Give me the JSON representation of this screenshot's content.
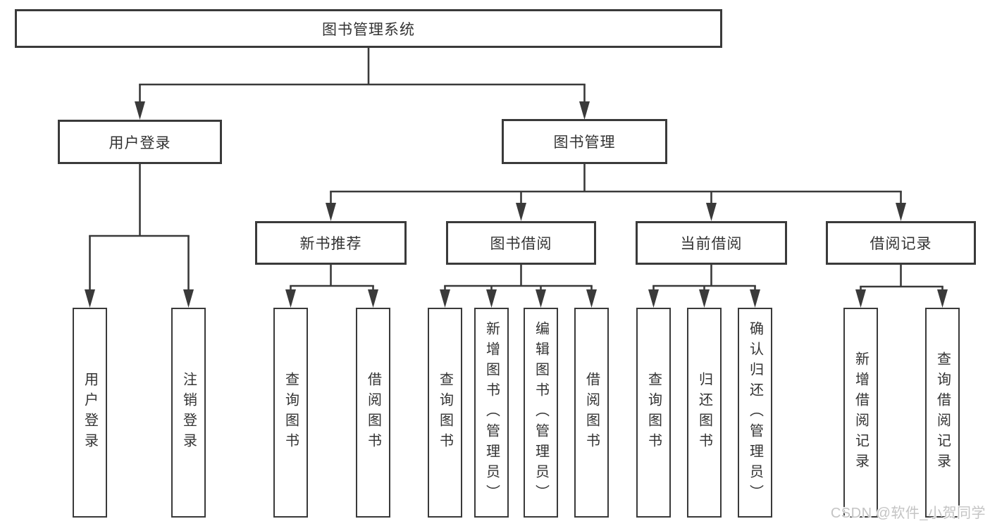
{
  "tree": {
    "root": {
      "label": "图书管理系统"
    },
    "level2": [
      {
        "label": "用户登录",
        "leaves": [
          {
            "label": "用户登录"
          },
          {
            "label": "注销登录"
          }
        ]
      },
      {
        "label": "图书管理",
        "sections": [
          {
            "label": "新书推荐",
            "leaves": [
              {
                "label": "查询图书"
              },
              {
                "label": "借阅图书"
              }
            ]
          },
          {
            "label": "图书借阅",
            "leaves": [
              {
                "label": "查询图书"
              },
              {
                "label": "新增图书（管理员）"
              },
              {
                "label": "编辑图书（管理员）"
              },
              {
                "label": "借阅图书"
              }
            ]
          },
          {
            "label": "当前借阅",
            "leaves": [
              {
                "label": "查询图书"
              },
              {
                "label": "归还图书"
              },
              {
                "label": "确认归还（管理员）"
              }
            ]
          },
          {
            "label": "借阅记录",
            "leaves": [
              {
                "label": "新增借阅记录"
              },
              {
                "label": "查询借阅记录"
              }
            ]
          }
        ]
      }
    ]
  },
  "watermark": {
    "text": "CSDN @软件_小贺同学"
  },
  "colors": {
    "line": "#3a3a3a",
    "text": "#333333",
    "watermark": "#c4c4c4",
    "background": "#ffffff"
  }
}
